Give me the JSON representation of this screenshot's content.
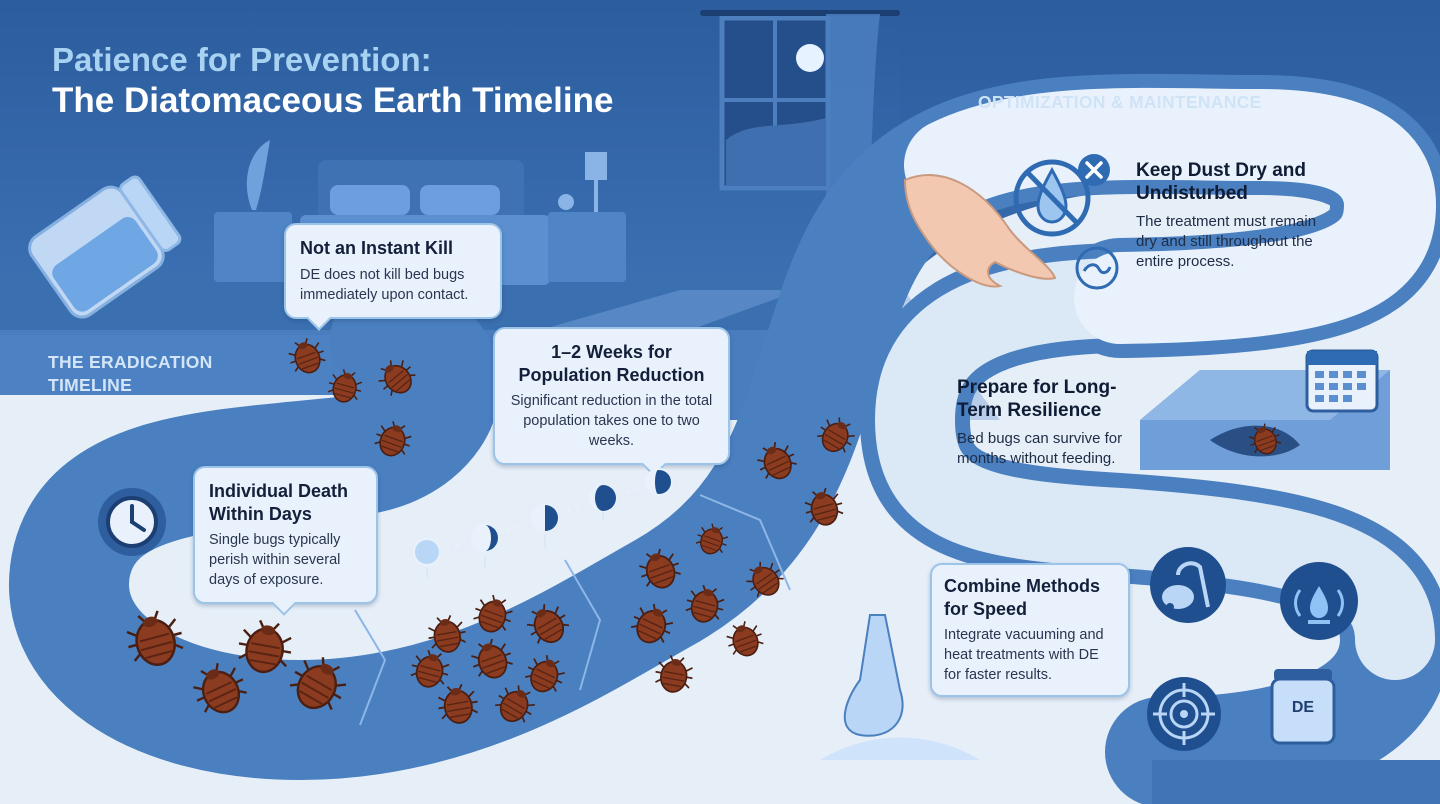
{
  "title": {
    "line1": "Patience for Prevention:",
    "line2": "The Diatomaceous Earth Timeline"
  },
  "sections": {
    "eradication": "THE ERADICATION TIMELINE",
    "maintenance": "OPTIMIZATION & MAINTENANCE"
  },
  "timeline": {
    "instant": {
      "heading": "Not an Instant Kill",
      "body": "DE does not kill bed bugs immediately upon contact."
    },
    "weeks": {
      "heading": "1–2 Weeks for Population Reduction",
      "body": "Significant reduction in the total population takes one to two weeks."
    },
    "days": {
      "heading": "Individual Death Within Days",
      "body": "Single bugs typically perish within several days of exposure."
    }
  },
  "maintenance": {
    "dry": {
      "heading": "Keep Dust Dry and Undisturbed",
      "body": "The treatment must remain dry and still throughout the entire process."
    },
    "resilience": {
      "heading": "Prepare for Long-Term Resilience",
      "body": "Bed bugs can survive for months without feeding."
    },
    "combine": {
      "heading": "Combine Methods for Speed",
      "body": "Integrate vacuuming and heat treatments with DE for faster results."
    }
  },
  "icons": {
    "jar_label": "DE",
    "list": [
      "clock-icon",
      "no-water-icon",
      "water-wave-icon",
      "calendar-icon",
      "vacuum-icon",
      "heat-icon",
      "target-icon",
      "de-container-icon",
      "moon-phase-icon",
      "bed-bug-icon"
    ]
  },
  "colors": {
    "background_dark": "#1f4f8f",
    "path_blue": "#4a7fc0",
    "light_panel": "#e6eef8",
    "title_accent": "#a8d2f2",
    "bug_brown": "#8a3b20"
  }
}
